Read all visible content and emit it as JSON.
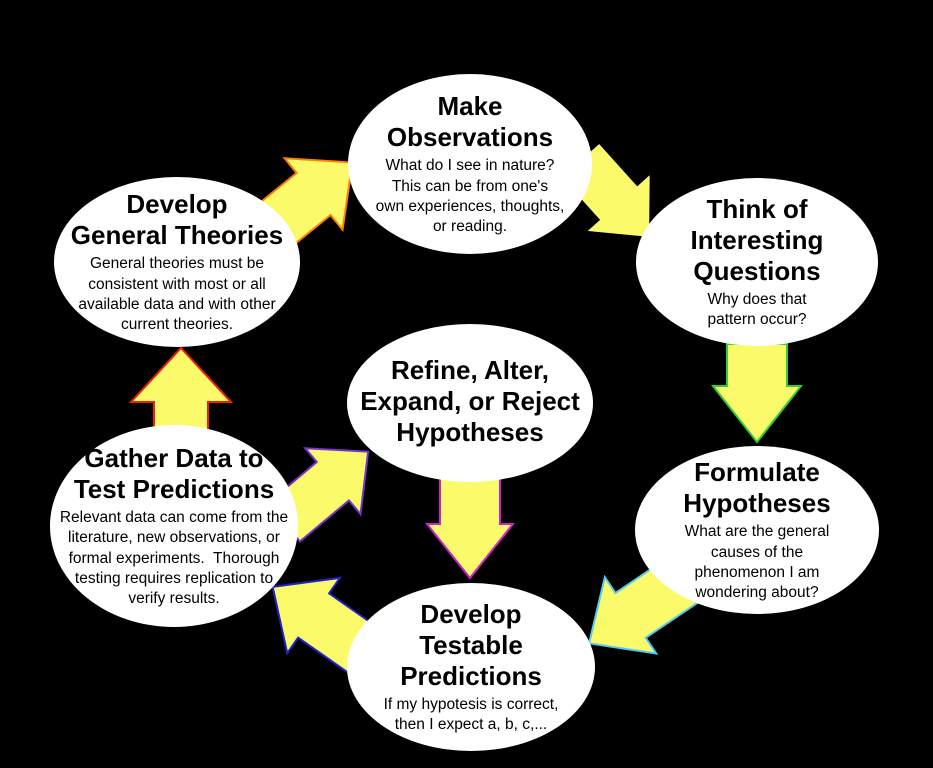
{
  "diagram": {
    "background_color": "#000000",
    "node_fill": "#ffffff",
    "text_color": "#000000",
    "arrow_fill": "#fafa6a",
    "nodes": [
      {
        "id": "make-observations",
        "title": "Make\nObservations",
        "subtitle": "What do I see in nature?\nThis can be from one's\nown experiences, thoughts,\nor reading."
      },
      {
        "id": "think-questions",
        "title": "Think of\nInteresting\nQuestions",
        "subtitle": "Why does that\npattern occur?"
      },
      {
        "id": "formulate-hypotheses",
        "title": "Formulate\nHypotheses",
        "subtitle": "What are the general\ncauses of the\nphenomenon I am\nwondering about?"
      },
      {
        "id": "develop-predictions",
        "title": "Develop\nTestable\nPredictions",
        "subtitle": "If my hypotesis is correct,\nthen I expect a, b, c,..."
      },
      {
        "id": "gather-data",
        "title": "Gather Data to\nTest Predictions",
        "subtitle": "Relevant data can come from the\nliterature, new observations, or\nformal experiments.  Thorough\ntesting requires replication to\nverify results."
      },
      {
        "id": "general-theories",
        "title": "Develop\nGeneral Theories",
        "subtitle": "General theories must be\nconsistent with most or all\navailable data and with other\ncurrent theories."
      },
      {
        "id": "refine-hypotheses",
        "title": "Refine, Alter,\nExpand, or Reject\nHypotheses",
        "subtitle": ""
      }
    ],
    "arrows": [
      {
        "from": "general-theories",
        "to": "make-observations",
        "border_color": "#ff8000"
      },
      {
        "from": "make-observations",
        "to": "think-questions",
        "border_color": "#000000"
      },
      {
        "from": "think-questions",
        "to": "formulate-hypotheses",
        "border_color": "#33cc33"
      },
      {
        "from": "formulate-hypotheses",
        "to": "develop-predictions",
        "border_color": "#55ccee"
      },
      {
        "from": "develop-predictions",
        "to": "gather-data",
        "border_color": "#2222cc"
      },
      {
        "from": "gather-data",
        "to": "general-theories",
        "border_color": "#ee2200"
      },
      {
        "from": "gather-data",
        "to": "refine-hypotheses",
        "border_color": "#7733cc"
      },
      {
        "from": "refine-hypotheses",
        "to": "develop-predictions",
        "border_color": "#cc22cc"
      }
    ]
  }
}
